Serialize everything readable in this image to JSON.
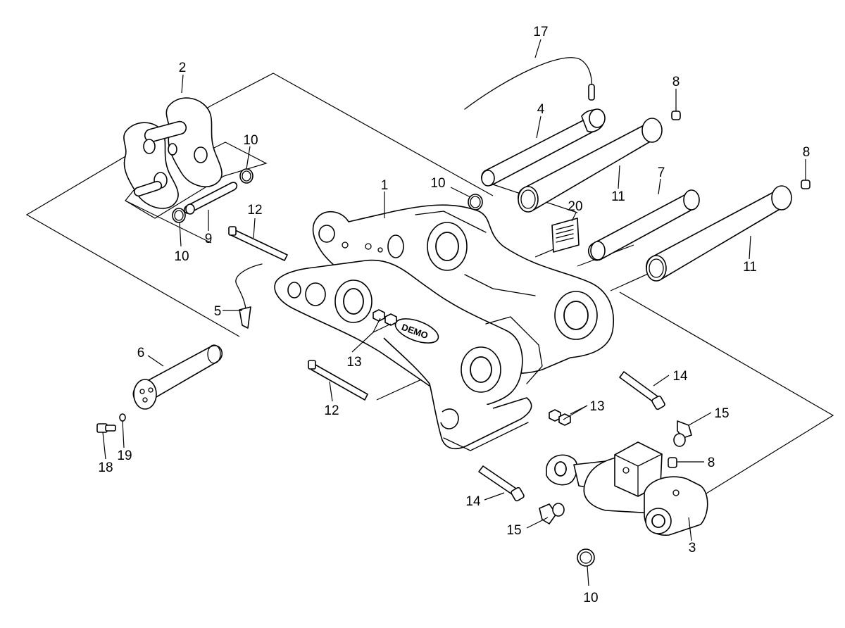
{
  "diagram": {
    "logo": {
      "text": "DEMO"
    },
    "callouts": [
      {
        "id": "c17",
        "label": "17"
      },
      {
        "id": "c2",
        "label": "2"
      },
      {
        "id": "c4",
        "label": "4"
      },
      {
        "id": "c8a",
        "label": "8"
      },
      {
        "id": "c8b",
        "label": "8"
      },
      {
        "id": "c8c",
        "label": "8"
      },
      {
        "id": "c10a",
        "label": "10"
      },
      {
        "id": "c10b",
        "label": "10"
      },
      {
        "id": "c10c",
        "label": "10"
      },
      {
        "id": "c10d",
        "label": "10"
      },
      {
        "id": "c1",
        "label": "1"
      },
      {
        "id": "c11a",
        "label": "11"
      },
      {
        "id": "c11b",
        "label": "11"
      },
      {
        "id": "c7",
        "label": "7"
      },
      {
        "id": "c20",
        "label": "20"
      },
      {
        "id": "c12a",
        "label": "12"
      },
      {
        "id": "c12b",
        "label": "12"
      },
      {
        "id": "c9",
        "label": "9"
      },
      {
        "id": "c5",
        "label": "5"
      },
      {
        "id": "c6",
        "label": "6"
      },
      {
        "id": "c13a",
        "label": "13"
      },
      {
        "id": "c13b",
        "label": "13"
      },
      {
        "id": "c14a",
        "label": "14"
      },
      {
        "id": "c14b",
        "label": "14"
      },
      {
        "id": "c15a",
        "label": "15"
      },
      {
        "id": "c15b",
        "label": "15"
      },
      {
        "id": "c18",
        "label": "18"
      },
      {
        "id": "c19",
        "label": "19"
      },
      {
        "id": "c3",
        "label": "3"
      }
    ]
  }
}
